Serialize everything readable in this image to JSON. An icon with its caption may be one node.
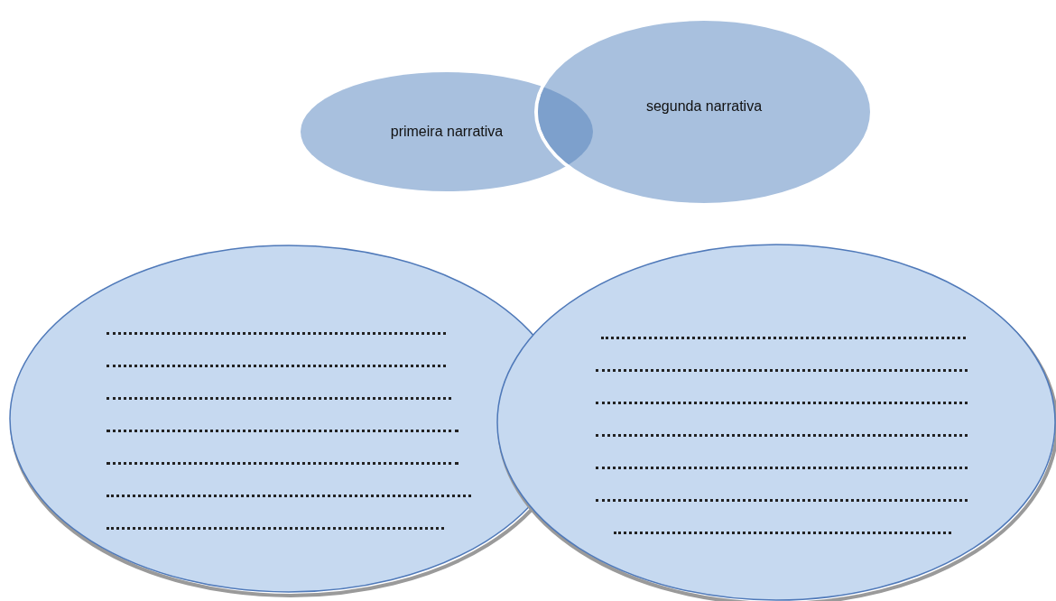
{
  "diagram": {
    "nodes": [
      {
        "text": [
          "primeira narrativa"
        ]
      },
      {
        "text": [
          "segunda narrativa"
        ]
      },
      {
        "text": [],
        "shape": "ellipse"
      },
      {
        "text": [],
        "shape": "ellipse"
      }
    ]
  }
}
